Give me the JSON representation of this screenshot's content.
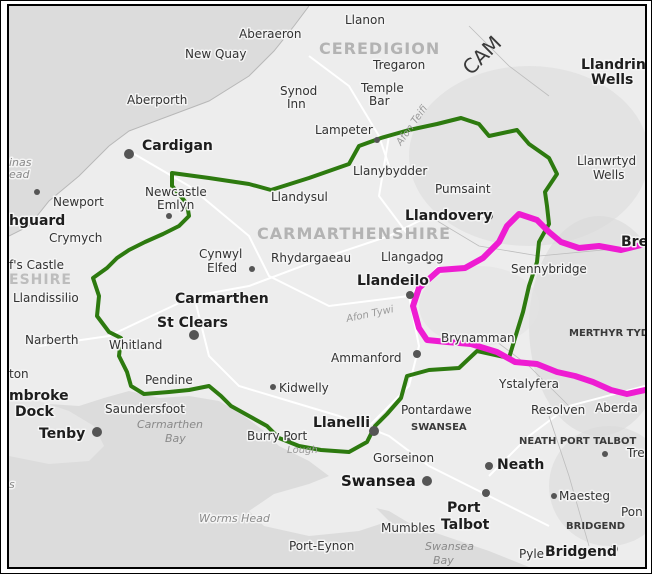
{
  "map": {
    "regions": {
      "carmarthenshire": "CARMARTHENSHIRE",
      "ceredigion": "CEREDIGION",
      "pembrokeshire_partial": "ESHIRE",
      "merthyr": "MERTHYR TYDFIL",
      "neath_port_talbot": "NEATH PORT TALBOT",
      "swansea_county": "SWANSEA",
      "bridgend_county": "BRIDGEND",
      "cambrian_partial": "CAM"
    },
    "places": {
      "llanon": "Llanon",
      "aberaeron": "Aberaeron",
      "new_quay": "New Quay",
      "tregaron": "Tregaron",
      "llandrindod_1": "Llandrin",
      "llandrindod_2": "Wells",
      "aberporth": "Aberporth",
      "synod_inn_1": "Synod",
      "synod_inn_2": "Inn",
      "temple_bar_1": "Temple",
      "temple_bar_2": "Bar",
      "lampeter": "Lampeter",
      "cardigan": "Cardigan",
      "llanwrtyd_1": "Llanwrtyd",
      "llanwrtyd_2": "Wells",
      "llanybydder": "Llanybydder",
      "pumsaint": "Pumsaint",
      "newport": "Newport",
      "newcastle_emlyn_1": "Newcastle",
      "newcastle_emlyn_2": "Emlyn",
      "llandysul": "Llandysul",
      "fishguard": "hguard",
      "llandovery": "Llandovery",
      "crymych": "Crymych",
      "brecon": "Bre",
      "cynwyl_elfed_1": "Cynwyl",
      "cynwyl_elfed_2": "Elfed",
      "rhydargaeau": "Rhydargaeau",
      "llangadog": "Llangadog",
      "sennybridge": "Sennybridge",
      "castle_partial": "f's Castle",
      "landissilio": "Llandissilio",
      "llandeilo": "Llandeilo",
      "carmarthen": "Carmarthen",
      "st_clears": "St Clears",
      "narberth": "Narberth",
      "whitland": "Whitland",
      "brynamman": "Brynamman",
      "ammanford": "Ammanford",
      "ton_partial": "ton",
      "pendine": "Pendine",
      "ystalyfera": "Ystalyfera",
      "kidwelly": "Kidwelly",
      "pembroke_dock_1": "mbroke",
      "pembroke_dock_2": "Dock",
      "saundersfoot": "Saundersfoot",
      "pontardawe": "Pontardawe",
      "resolven": "Resolven",
      "aberdare_partial": "Aberda",
      "tenby": "Tenby",
      "burry_port": "Burry Port",
      "llanelli": "Llanelli",
      "neath": "Neath",
      "gorseinon": "Gorseinon",
      "swansea": "Swansea",
      "maesteg": "Maesteg",
      "port_talbot_1": "Port",
      "port_talbot_2": "Talbot",
      "pont_partial": "Pon",
      "worms_head": "Worms Head",
      "mumbles": "Mumbles",
      "port_eynon": "Port-Eynon",
      "bridgend": "Bridgend",
      "pyle": "Pyle",
      "tre_partial": "Tre",
      "inas_partial": "inas",
      "ead_partial": "ead",
      "s_partial": "s"
    },
    "water": {
      "carmarthen_bay_1": "Carmarthen",
      "carmarthen_bay_2": "Bay",
      "swansea_bay_1": "Swansea",
      "swansea_bay_2": "Bay",
      "river_tywi": "Afon Tywi",
      "river_teifi": "Afon Teifi",
      "loughor_partial": "Lough"
    },
    "colors": {
      "carmarthenshire_boundary": "#2d7a0f",
      "route_highlight": "#ee1cd2",
      "land": "#ededed",
      "sea": "#dcdcdc"
    }
  }
}
